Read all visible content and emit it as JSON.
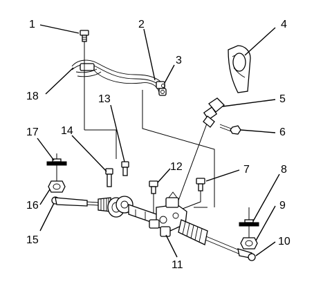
{
  "callouts": [
    {
      "id": "1",
      "label": "1"
    },
    {
      "id": "2",
      "label": "2"
    },
    {
      "id": "3",
      "label": "3"
    },
    {
      "id": "4",
      "label": "4"
    },
    {
      "id": "5",
      "label": "5"
    },
    {
      "id": "6",
      "label": "6"
    },
    {
      "id": "7",
      "label": "7"
    },
    {
      "id": "8",
      "label": "8"
    },
    {
      "id": "9",
      "label": "9"
    },
    {
      "id": "10",
      "label": "10"
    },
    {
      "id": "11",
      "label": "11"
    },
    {
      "id": "12",
      "label": "12"
    },
    {
      "id": "13",
      "label": "13"
    },
    {
      "id": "14",
      "label": "14"
    },
    {
      "id": "15",
      "label": "15"
    },
    {
      "id": "16",
      "label": "16"
    },
    {
      "id": "17",
      "label": "17"
    },
    {
      "id": "18",
      "label": "18"
    }
  ],
  "colors": {
    "ink": "#000000",
    "paper": "#ffffff"
  }
}
